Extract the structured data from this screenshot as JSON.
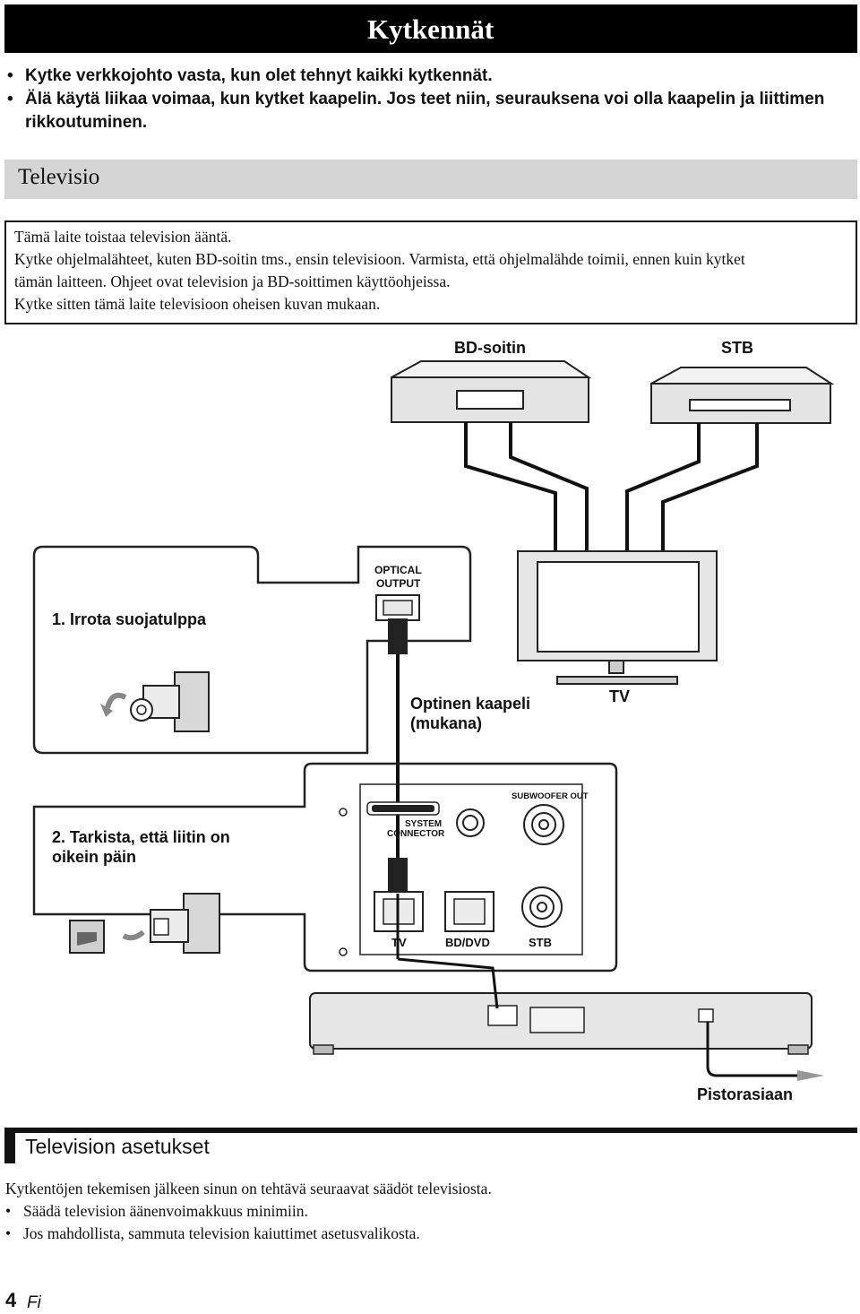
{
  "header": {
    "title": "Kytkennät"
  },
  "notes": [
    "Kytke verkkojohto vasta, kun olet tehnyt kaikki kytkennät.",
    "Älä käytä liikaa voimaa, kun kytket kaapelin. Jos teet niin, seurauksena voi olla kaapelin ja liittimen",
    "rikkoutuminen."
  ],
  "section": {
    "title": "Televisio"
  },
  "intro": [
    "Tämä laite toistaa television ääntä.",
    "Kytke ohjelmalähteet, kuten BD-soitin tms., ensin televisioon. Varmista, että ohjelmalähde toimii, ennen kuin kytket",
    "tämän laitteen. Ohjeet ovat television ja BD-soittimen käyttöohjeissa.",
    "Kytke sitten tämä laite televisioon oheisen kuvan mukaan."
  ],
  "diagram": {
    "bd_player": "BD-soitin",
    "stb": "STB",
    "optical_output_line1": "OPTICAL",
    "optical_output_line2": "OUTPUT",
    "step1": "1. Irrota suojatulppa",
    "cable_line1": "Optinen kaapeli",
    "cable_line2": "(mukana)",
    "tv": "TV",
    "subwoofer_out": "SUBWOOFER OUT",
    "system_line1": "SYSTEM",
    "system_line2": "CONNECTOR",
    "step2_line1": "2. Tarkista, että liitin on",
    "step2_line2": "oikein päin",
    "port_tv": "TV",
    "port_bd": "BD/DVD",
    "port_stb": "STB",
    "outlet": "Pistorasiaan"
  },
  "settings": {
    "title": "Television asetukset",
    "intro": "Kytkentöjen tekemisen jälkeen sinun on tehtävä seuraavat säädöt televisiosta.",
    "items": [
      "Säädä television äänenvoimakkuus minimiin.",
      "Jos mahdollista, sammuta television kaiuttimet asetusvalikosta."
    ]
  },
  "footer": {
    "page": "4",
    "lang": "Fi"
  }
}
